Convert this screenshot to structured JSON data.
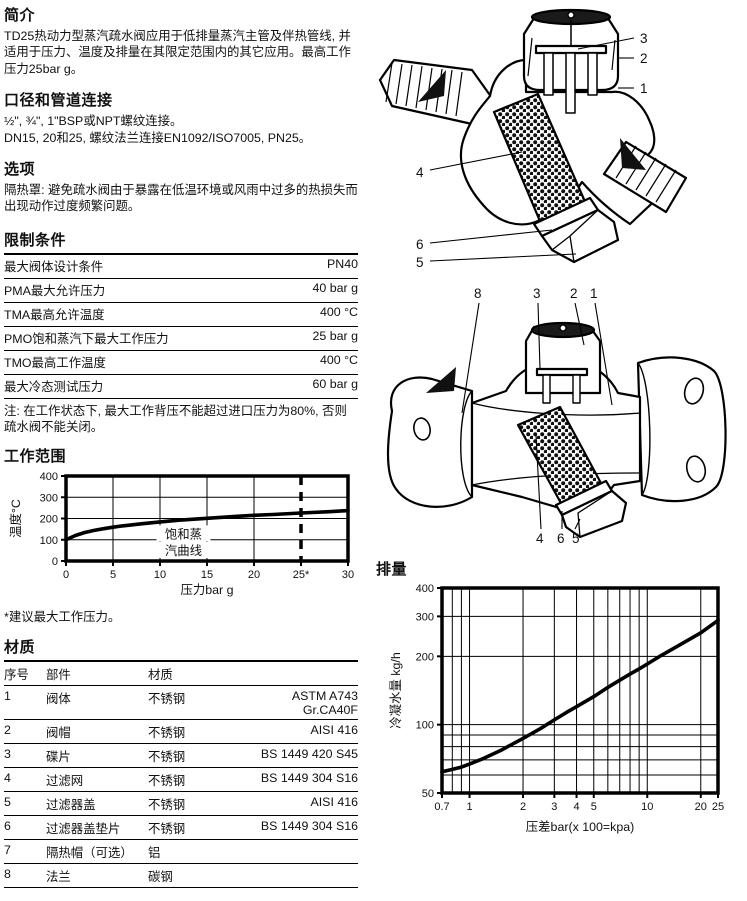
{
  "intro": {
    "heading": "简介",
    "body": "TD25热动力型蒸汽疏水阀应用于低排量蒸汽主管及伴热管线, 并适用于压力、温度及排量在其限定范围内的其它应用。最高工作压力25bar g。"
  },
  "connections": {
    "heading": "口径和管道连接",
    "lines": [
      "½\", ¾\", 1\"BSP或NPT螺纹连接。",
      "DN15, 20和25, 螺纹法兰连接EN1092/ISO7005, PN25。"
    ]
  },
  "options": {
    "heading": "选项",
    "body": "隔热罩: 避免疏水阀由于暴露在低温环境或风雨中过多的热损失而出现动作过度频繁问题。"
  },
  "limits": {
    "heading": "限制条件",
    "rows": [
      {
        "label": "最大阀体设计条件",
        "value": "PN40"
      },
      {
        "label": "PMA最大允许压力",
        "value": "40 bar g"
      },
      {
        "label": "TMA最高允许温度",
        "value": "400 °C"
      },
      {
        "label": "PMO饱和蒸汽下最大工作压力",
        "value": "25 bar g"
      },
      {
        "label": "TMO最高工作温度",
        "value": "400 °C"
      },
      {
        "label": "最大冷态测试压力",
        "value": "60 bar g"
      }
    ],
    "note": "注: 在工作状态下, 最大工作背压不能超过进口压力为80%, 否则疏水阀不能关闭。"
  },
  "operating_range": {
    "heading": "工作范围",
    "footnote": "*建议最大工作压力。"
  },
  "materials": {
    "heading": "材质",
    "columns": [
      "序号",
      "部件",
      "材质",
      ""
    ],
    "rows": [
      [
        "1",
        "阀体",
        "不锈钢",
        "ASTM A743 Gr.CA40F"
      ],
      [
        "2",
        "阀帽",
        "不锈钢",
        "AISI 416"
      ],
      [
        "3",
        "碟片",
        "不锈钢",
        "BS 1449 420 S45"
      ],
      [
        "4",
        "过滤网",
        "不锈钢",
        "BS 1449 304 S16"
      ],
      [
        "5",
        "过滤器盖",
        "不锈钢",
        "AISI 416"
      ],
      [
        "6",
        "过滤器盖垫片",
        "不锈钢",
        "BS 1449 304 S16"
      ],
      [
        "7",
        "隔热帽（可选）",
        "铝",
        ""
      ],
      [
        "8",
        "法兰",
        "碳钢",
        ""
      ]
    ]
  },
  "capacity": {
    "heading": "排量"
  },
  "diagram_threaded": {
    "callouts": {
      "disc": "3",
      "cap": "2",
      "body": "1",
      "strainer": "4",
      "gasket": "6",
      "strainer_cap": "5"
    }
  },
  "diagram_flanged": {
    "callouts": {
      "flange": "8",
      "disc": "3",
      "cap": "2",
      "body": "1",
      "strainer": "4",
      "gasket": "6",
      "strainer_cap": "5"
    }
  },
  "chart_data": [
    {
      "id": "operating-range",
      "type": "line",
      "title": "工作范围",
      "xlabel": "压力bar g",
      "ylabel": "温度°C",
      "xscale": "linear",
      "yscale": "linear",
      "xlim": [
        0,
        30
      ],
      "ylim": [
        0,
        400
      ],
      "xticks": [
        {
          "v": 0,
          "label": "0"
        },
        {
          "v": 5,
          "label": "5"
        },
        {
          "v": 10,
          "label": "10"
        },
        {
          "v": 15,
          "label": "15"
        },
        {
          "v": 20,
          "label": "20"
        },
        {
          "v": 25,
          "label": "25*"
        },
        {
          "v": 30,
          "label": "30"
        }
      ],
      "yticks": [
        {
          "v": 0,
          "label": "0"
        },
        {
          "v": 100,
          "label": "100"
        },
        {
          "v": 200,
          "label": "200"
        },
        {
          "v": 300,
          "label": "300"
        },
        {
          "v": 400,
          "label": "400"
        }
      ],
      "xgrid": [
        5,
        10,
        15,
        20
      ],
      "ygrid": [
        100,
        200,
        300
      ],
      "dashed_vlines": [
        25
      ],
      "grid": "on",
      "series": [
        {
          "name": "饱和蒸汽曲线",
          "points": [
            [
              0,
              100
            ],
            [
              1,
              120
            ],
            [
              2,
              134
            ],
            [
              3,
              144
            ],
            [
              4,
              152
            ],
            [
              5,
              159
            ],
            [
              6,
              165
            ],
            [
              8,
              175
            ],
            [
              10,
              184
            ],
            [
              12,
              192
            ],
            [
              15,
              201
            ],
            [
              18,
              210
            ],
            [
              20,
              215
            ],
            [
              22,
              219
            ],
            [
              25,
              226
            ],
            [
              28,
              232
            ],
            [
              30,
              237
            ]
          ]
        }
      ],
      "annotation": {
        "x": 12.5,
        "lines": [
          {
            "y": 130,
            "text": "饱和蒸"
          },
          {
            "y": 52,
            "text": "汽曲线"
          }
        ]
      }
    },
    {
      "id": "capacity",
      "type": "line",
      "title": "排量",
      "xlabel": "压差bar(x 100=kpa)",
      "ylabel": "冷凝水量 kg/h",
      "xscale": "log",
      "yscale": "log",
      "xlim": [
        0.7,
        25
      ],
      "ylim": [
        50,
        400
      ],
      "xticks": [
        {
          "v": 0.7,
          "label": "0.7"
        },
        {
          "v": 1,
          "label": "1"
        },
        {
          "v": 2,
          "label": "2"
        },
        {
          "v": 3,
          "label": "3"
        },
        {
          "v": 4,
          "label": "4"
        },
        {
          "v": 5,
          "label": "5"
        },
        {
          "v": 10,
          "label": "10"
        },
        {
          "v": 20,
          "label": "20"
        },
        {
          "v": 25,
          "label": "25"
        }
      ],
      "yticks": [
        {
          "v": 50,
          "label": "50"
        },
        {
          "v": 100,
          "label": "100"
        },
        {
          "v": 200,
          "label": "200"
        },
        {
          "v": 300,
          "label": "300"
        },
        {
          "v": 400,
          "label": "400"
        }
      ],
      "xgrid": [
        0.8,
        0.9,
        1,
        2,
        3,
        4,
        5,
        6,
        7,
        8,
        9,
        10,
        20
      ],
      "ygrid": [
        60,
        70,
        80,
        90,
        100,
        200,
        300
      ],
      "grid": "on",
      "series": [
        {
          "name": "冷凝水排量",
          "points": [
            [
              0.7,
              62
            ],
            [
              0.8,
              63.5
            ],
            [
              0.9,
              65
            ],
            [
              1,
              67
            ],
            [
              1.2,
              71
            ],
            [
              1.5,
              77
            ],
            [
              2,
              87
            ],
            [
              2.5,
              96
            ],
            [
              3,
              105
            ],
            [
              3.5,
              113
            ],
            [
              4,
              120
            ],
            [
              5,
              133
            ],
            [
              6,
              146
            ],
            [
              7,
              157
            ],
            [
              8,
              167
            ],
            [
              9,
              176
            ],
            [
              10,
              185
            ],
            [
              12,
              202
            ],
            [
              15,
              223
            ],
            [
              20,
              254
            ],
            [
              25,
              288
            ]
          ]
        }
      ]
    }
  ]
}
